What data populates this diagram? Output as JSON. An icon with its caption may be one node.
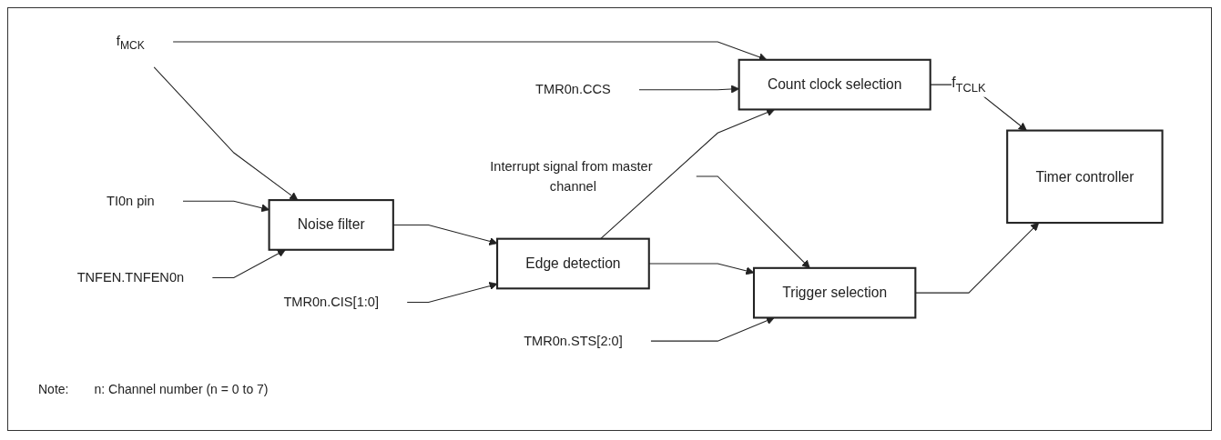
{
  "diagram": {
    "nodes": [
      {
        "text": [
          "Interrupt signal from master channel"
        ]
      },
      {
        "text": [
          "f$_{MCK}$"
        ]
      },
      {
        "text": [
          "TMR0n.CCS"
        ]
      },
      {
        "text": [
          "TI0n pin"
        ]
      },
      {
        "text": [
          "Noise filter"
        ]
      },
      {
        "text": [
          "Edge detection"
        ]
      },
      {
        "text": [
          "Count clock selection"
        ]
      },
      {
        "text": [
          "Trigger selection"
        ]
      },
      {
        "text": [
          "Timer controller"
        ]
      },
      {
        "text": [
          "TNFEN.TNFEN0n"
        ]
      },
      {
        "text": [
          "TMR0n.CIS[1:0]"
        ]
      },
      {
        "text": [
          "TMR0n.STS[2:0]"
        ]
      }
    ],
    "edges": [
      {
        "from": 1,
        "to": 6,
        "arrow": "to"
      },
      {
        "from": 1,
        "to": 4,
        "arrow": "to"
      },
      {
        "from": 0,
        "to": 7,
        "arrow": "to"
      },
      {
        "from": 2,
        "to": 6,
        "arrow": "to"
      },
      {
        "from": 3,
        "to": 4,
        "arrow": "to"
      },
      {
        "from": 4,
        "to": 5,
        "arrow": "to"
      },
      {
        "from": 5,
        "to": 6,
        "arrow": "to"
      },
      {
        "from": 5,
        "to": 7,
        "arrow": "to"
      },
      {
        "from": 6,
        "to": 8,
        "arrow": "to",
        "label": "f$_{TCLK}$"
      },
      {
        "from": 7,
        "to": 8,
        "arrow": "to"
      },
      {
        "from": 9,
        "to": 4,
        "arrow": "to"
      },
      {
        "from": 10,
        "to": 5,
        "arrow": "to"
      },
      {
        "from": 11,
        "to": 7,
        "arrow": "to"
      }
    ],
    "labels": [
      "Note:",
      "n: Channel number (n = 0 to 7)"
    ]
  }
}
